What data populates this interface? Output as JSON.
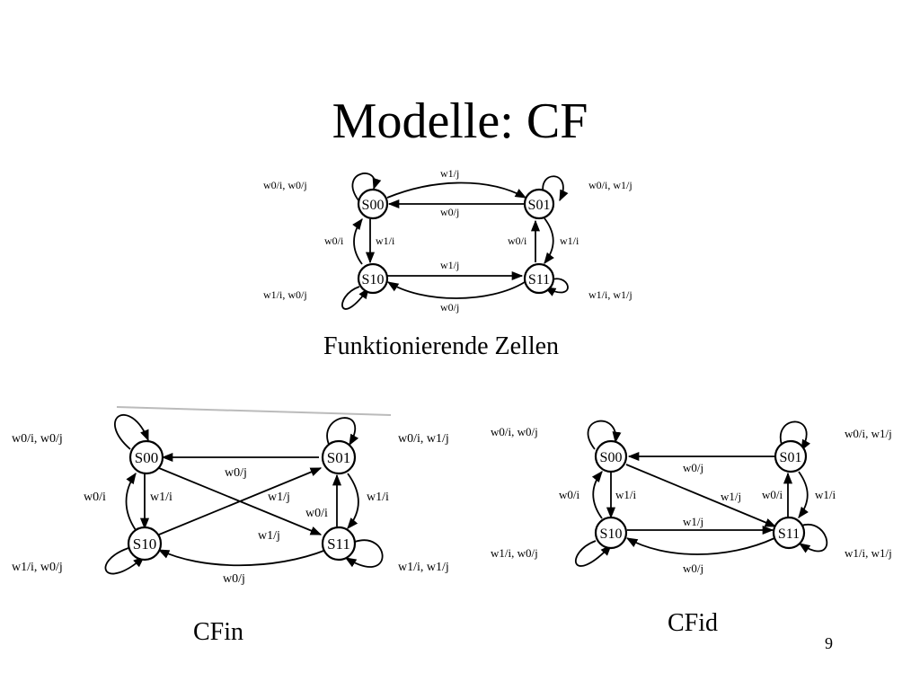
{
  "title": "Modelle: CF",
  "page_number": "9",
  "diagrams": {
    "functional": {
      "caption": "Funktionierende Zellen",
      "states": {
        "s00": "S00",
        "s01": "S01",
        "s10": "S10",
        "s11": "S11"
      },
      "labels": {
        "loop_s00": "w0/i, w0/j",
        "loop_s01": "w0/i, w1/j",
        "loop_s10": "w1/i, w0/j",
        "loop_s11": "w1/i, w1/j",
        "s00_to_s01": "w1/j",
        "s01_to_s00": "w0/j",
        "s00_to_s10": "w1/i",
        "s10_to_s00": "w0/i",
        "s01_to_s11": "w1/i",
        "s11_to_s01": "w0/i",
        "s10_to_s11": "w1/j",
        "s11_to_s10": "w0/j"
      }
    },
    "cfin": {
      "caption": "CFin",
      "states": {
        "s00": "S00",
        "s01": "S01",
        "s10": "S10",
        "s11": "S11"
      },
      "labels": {
        "loop_s00": "w0/i, w0/j",
        "loop_s01": "w0/i, w1/j",
        "loop_s10": "w1/i, w0/j",
        "loop_s11": "w1/i, w1/j",
        "s01_to_s00": "w0/j",
        "s00_to_s10": "w1/i",
        "s10_to_s00": "w0/i",
        "s00_to_s11": "w1/j",
        "s10_to_s01": "w1/j",
        "s11_to_s01": "w0/i",
        "s01_to_s11": "w1/i",
        "s11_to_s10": "w0/j"
      }
    },
    "cfid": {
      "caption": "CFid",
      "states": {
        "s00": "S00",
        "s01": "S01",
        "s10": "S10",
        "s11": "S11"
      },
      "labels": {
        "loop_s00": "w0/i, w0/j",
        "loop_s01": "w0/i, w1/j",
        "loop_s10": "w1/i, w0/j",
        "loop_s11": "w1/i, w1/j",
        "s01_to_s00": "w0/j",
        "s00_to_s10": "w1/i",
        "s10_to_s00": "w0/i",
        "s00_to_s11": "w1/j",
        "s10_to_s11": "w1/j",
        "s11_to_s10": "w0/j",
        "s11_to_s01": "w0/i",
        "s01_to_s11": "w1/i"
      }
    }
  }
}
